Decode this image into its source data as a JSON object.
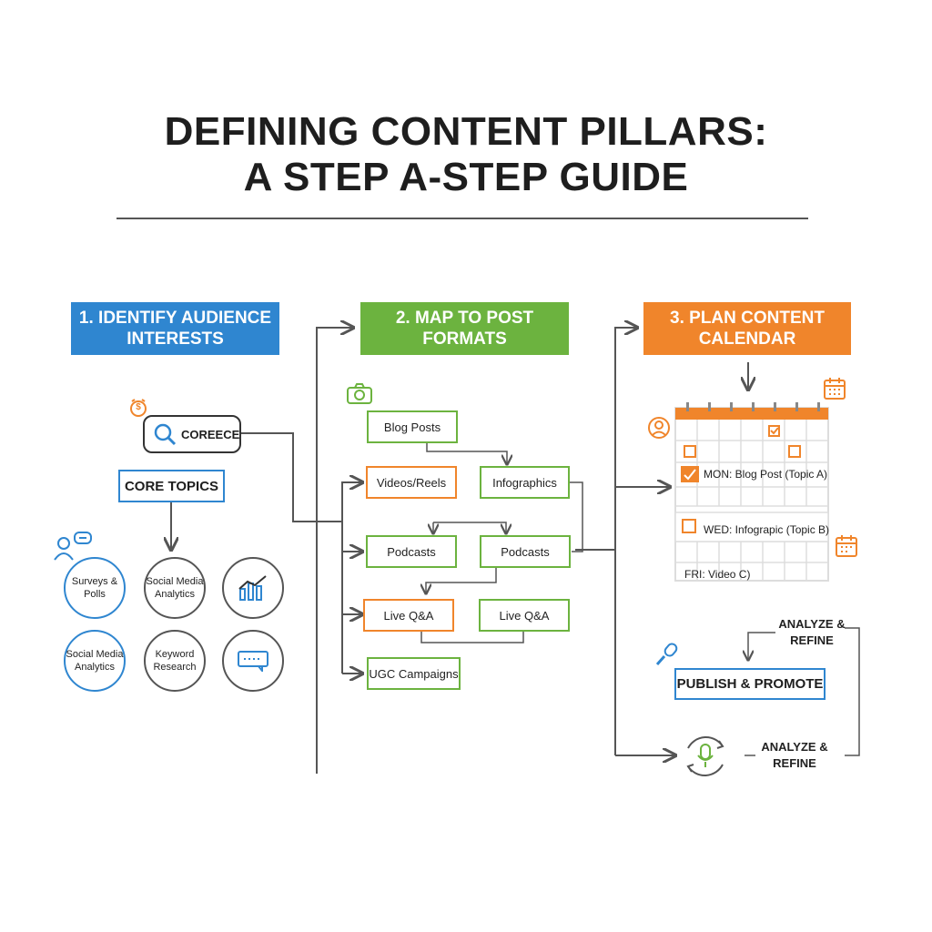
{
  "title": {
    "line1": "DEFINING CONTENT PILLARS:",
    "line2": "A STEP A-STEP GUIDE"
  },
  "colors": {
    "blue": "#2f86d0",
    "green": "#6cb33f",
    "orange": "#f0852b",
    "line": "#555555"
  },
  "column1": {
    "header": "1. IDENTIFY AUDIENCE INTERESTS",
    "search_bubble": "COREECE",
    "dollar_symbol": "$",
    "core_topics": "CORE TOPICS",
    "circles": [
      {
        "label": "Surveys & Polls"
      },
      {
        "label": "Social Media Analytics"
      },
      {
        "label": "",
        "icon": "chart-icon"
      },
      {
        "label": "Social Media Analytics"
      },
      {
        "label": "Keyword Research"
      },
      {
        "label": "",
        "icon": "chat-icon"
      }
    ]
  },
  "column2": {
    "header": "2. MAP TO POST FORMATS",
    "formats": {
      "blog_posts": "Blog Posts",
      "videos_reels": "Videos/Reels",
      "infographics": "Infographics",
      "podcasts_left": "Podcasts",
      "podcasts_right": "Podcasts",
      "live_qa_left": "Live Q&A",
      "live_qa_right": "Live Q&A",
      "ugc_campaigns": "UGC Campaigns"
    }
  },
  "column3": {
    "header": "3. PLAN CONTENT CALENDAR",
    "calendar_entries": {
      "mon": "MON: Blog Post (Topic A)",
      "wed": "WED: Infograpic (Topic B)",
      "fri": "FRI: Video C)"
    },
    "analyze_top": "ANALYZE & REFINE",
    "publish_promote": "PUBLISH & PROMOTE",
    "analyze_bottom": "ANALYZE & REFINE"
  }
}
